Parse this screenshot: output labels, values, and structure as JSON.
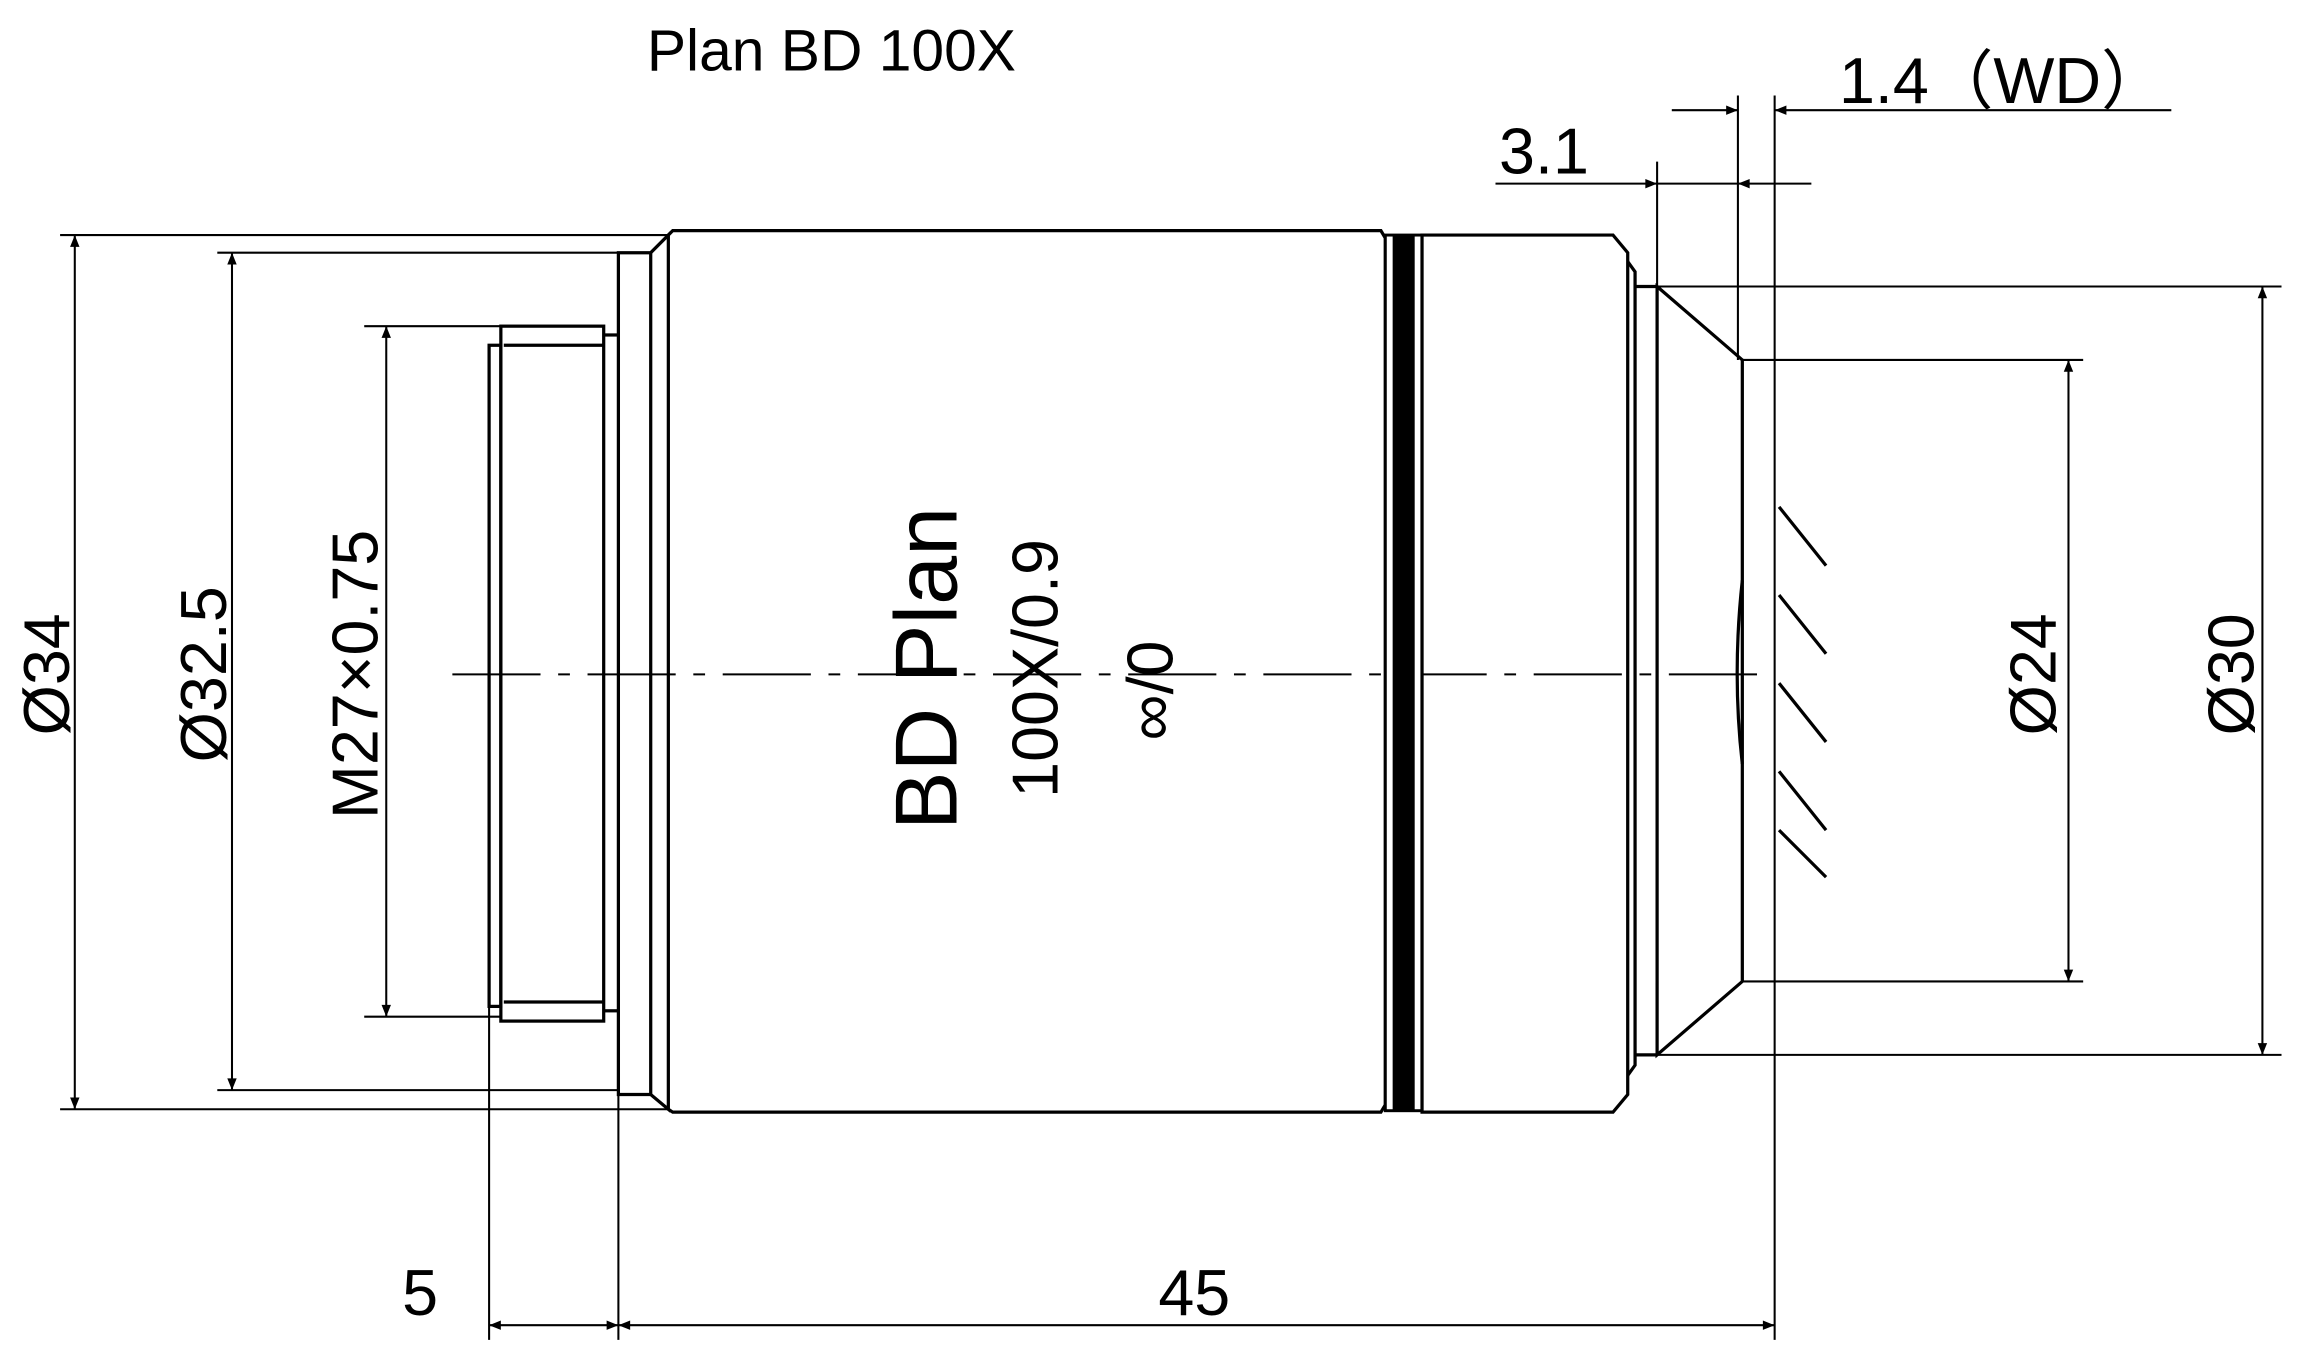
{
  "title": "Plan BD 100X",
  "dimensions": {
    "d34": "Ø34",
    "d32_5": "Ø32.5",
    "thread": "M27×0.75",
    "d24": "Ø24",
    "d30": "Ø30",
    "len5": "5",
    "len45": "45",
    "len3_1": "3.1",
    "wd": "1.4（WD）"
  },
  "barrel_label": {
    "line1": "BD Plan",
    "line2": "100X/0.9",
    "line3": "∞/0"
  }
}
